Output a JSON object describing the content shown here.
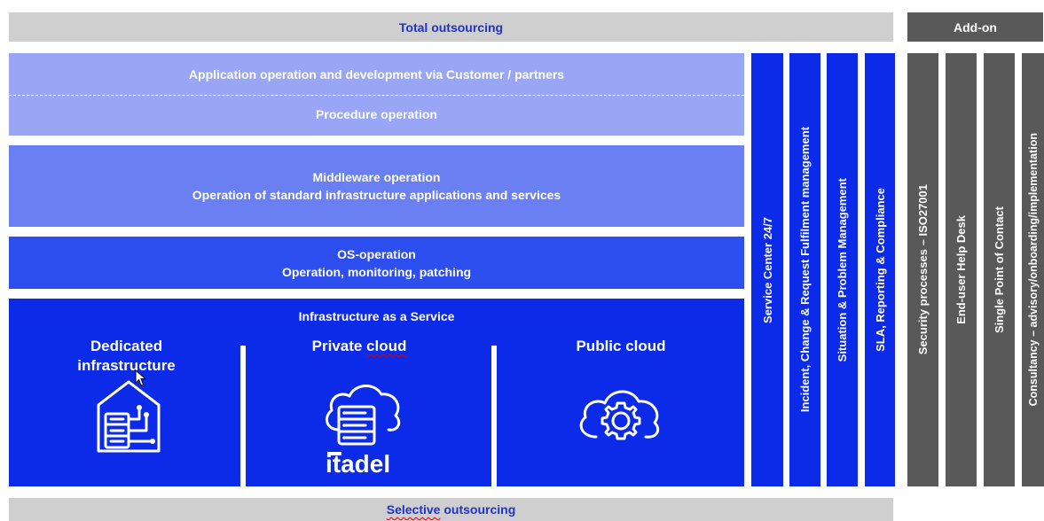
{
  "header": {
    "total_outsourcing": "Total outsourcing",
    "add_on": "Add-on"
  },
  "layers": {
    "application": "Application operation and development via Customer / partners",
    "procedure": "Procedure operation",
    "middleware_line1": "Middleware operation",
    "middleware_line2": "Operation of standard infrastructure applications and services",
    "os_line1": "OS-operation",
    "os_line2": "Operation, monitoring, patching",
    "iaas_title": "Infrastructure as a Service"
  },
  "infrastructure": {
    "dedicated_line1": "Dedicated",
    "dedicated_line2": "infrastructure",
    "private_prefix": "Private ",
    "private_cloud_word": "cloud",
    "public": "Public cloud",
    "logo": "itadel"
  },
  "service_columns": [
    "Service Center 24/7",
    "Incident, Change & Request Fulfilment management",
    "Situation & Problem Management",
    "SLA, Reporting & Compliance"
  ],
  "addon_columns": [
    "Security processes – ISO27001",
    "End-user Help Desk",
    "Single Point of Contact",
    "Consultancy – advisory/onboarding/implementation"
  ],
  "footer": {
    "selective_word": "Selective",
    "outsourcing_word": " outsourcing"
  },
  "colors": {
    "grey": "#cfcfcf",
    "dark_grey": "#595959",
    "blue_title": "#1f33c7",
    "light_blue": "#98a6f5",
    "mid_blue": "#6a80f2",
    "os_blue": "#2e4ff0",
    "deep_blue": "#0b2be8"
  },
  "icons": [
    "server-house-icon",
    "cloud-server-icon",
    "cloud-gear-icon",
    "mouse-cursor-icon"
  ]
}
